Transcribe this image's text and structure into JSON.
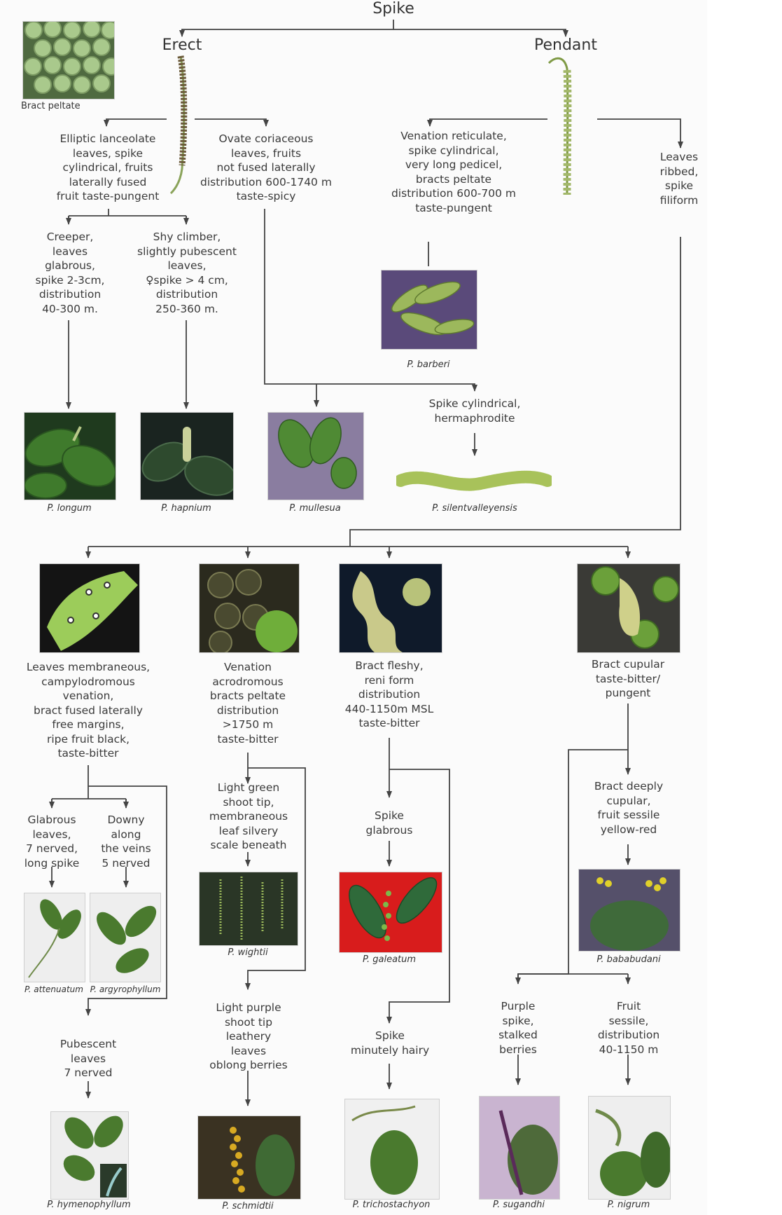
{
  "diagram": {
    "root": "Spike",
    "erect": "Erect",
    "pendant": "Pendant",
    "bract_peltate_caption": "Bract peltate",
    "erect_left": [
      "Elliptic lanceolate",
      "leaves, spike",
      "cylindrical, fruits",
      "laterally fused",
      "fruit taste-pungent"
    ],
    "erect_right": [
      "Ovate coriaceous",
      "leaves, fruits",
      "not fused laterally",
      "distribution 600-1740 m",
      "taste-spicy"
    ],
    "creeper": [
      "Creeper,",
      "leaves",
      "glabrous,",
      "spike 2-3cm,",
      "distribution",
      "40-300 m."
    ],
    "shy_climber": [
      "Shy climber,",
      "slightly pubescent",
      "leaves,",
      "♀spike > 4 cm,",
      "distribution",
      "250-360 m."
    ],
    "venation_reticulate": [
      "Venation reticulate,",
      "spike cylindrical,",
      "very long pedicel,",
      "bracts peltate",
      "distribution 600-700 m",
      "taste-pungent"
    ],
    "leaves_ribbed": [
      "Leaves",
      "ribbed,",
      "spike",
      "filiform"
    ],
    "spike_herm": [
      "Spike cylindrical,",
      "hermaphrodite"
    ],
    "membraneous": [
      "Leaves membraneous,",
      "campylodromous",
      "venation,",
      "bract fused laterally",
      "free margins,",
      "ripe fruit black,",
      "taste-bitter"
    ],
    "acrodromous": [
      "Venation",
      "acrodromous",
      "bracts peltate",
      "distribution",
      ">1750 m",
      "taste-bitter"
    ],
    "fleshy": [
      "Bract fleshy,",
      "reni form",
      "distribution",
      "440-1150m MSL",
      "taste-bitter"
    ],
    "cupular": [
      "Bract cupular",
      "taste-bitter/",
      "pungent"
    ],
    "glabrous_leaves": [
      "Glabrous",
      "leaves,",
      "7 nerved,",
      "long spike"
    ],
    "downy": [
      "Downy",
      "along",
      "the veins",
      "5 nerved"
    ],
    "light_green": [
      "Light green",
      "shoot tip,",
      "membraneous",
      "leaf silvery",
      "scale beneath"
    ],
    "spike_glabrous": [
      "Spike",
      "glabrous"
    ],
    "deeply_cupular": [
      "Bract deeply",
      "cupular,",
      "fruit sessile",
      "yellow-red"
    ],
    "pubescent": [
      "Pubescent",
      "leaves",
      "7 nerved"
    ],
    "light_purple": [
      "Light purple",
      "shoot tip",
      "leathery",
      "leaves",
      "oblong berries"
    ],
    "minutely_hairy": [
      "Spike",
      "minutely hairy"
    ],
    "purple_spike": [
      "Purple",
      "spike,",
      "stalked",
      "berries"
    ],
    "fruit_sessile": [
      "Fruit",
      "sessile,",
      "distribution",
      "40-1150 m"
    ],
    "species": {
      "barberi": "P. barberi",
      "longum": "P. longum",
      "hapnium": "P. hapnium",
      "mullesua": "P. mullesua",
      "silentvalleyensis": "P. silentvalleyensis",
      "wightii": "P. wightii",
      "galeatum": "P. galeatum",
      "attenuatum": "P. attenuatum",
      "argyrophyllum": "P. argyrophyllum",
      "bababudani": "P. bababudani",
      "hymenophyllum": "P. hymenophyllum",
      "schmidtii": "P. schmidtii",
      "trichostachyon": "P. trichostachyon",
      "sugandhi": "P. sugandhi",
      "nigrum": "P. nigrum"
    },
    "colors": {
      "line": "#444444",
      "text": "#3a3a3a",
      "background": "#fbfbfb"
    }
  }
}
